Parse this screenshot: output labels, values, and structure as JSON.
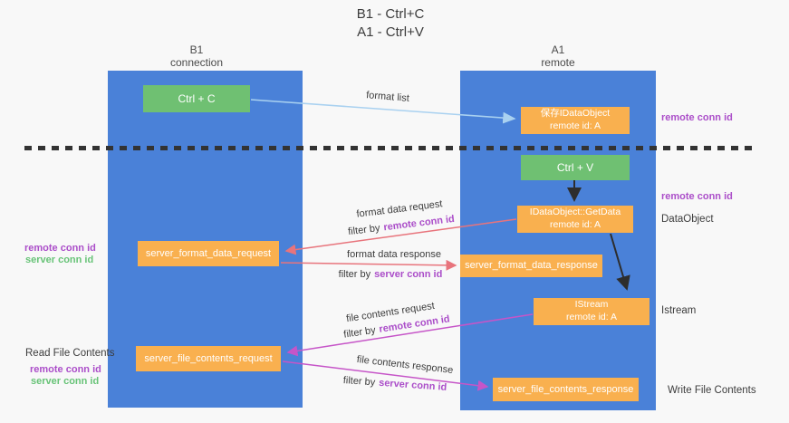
{
  "title": {
    "line1": "B1 - Ctrl+C",
    "line2": "A1 - Ctrl+V"
  },
  "lanes": {
    "left": {
      "title": "B1",
      "subtitle": "connection"
    },
    "right": {
      "title": "A1",
      "subtitle": "remote"
    }
  },
  "nodes": {
    "ctrl_c": {
      "label": "Ctrl + C"
    },
    "ctrl_v": {
      "label": "Ctrl + V"
    },
    "save_dataobject": {
      "line1": "保存IDataObject",
      "line2": "remote id: A"
    },
    "getdata": {
      "line1": "IDataObject::GetData",
      "line2": "remote id: A"
    },
    "istream": {
      "line1": "IStream",
      "line2": "remote id: A"
    },
    "format_request": {
      "label": "server_format_data_request"
    },
    "format_response": {
      "label": "server_format_data_response"
    },
    "file_request": {
      "label": "server_file_contents_request"
    },
    "file_response": {
      "label": "server_file_contents_response"
    }
  },
  "edge_labels": {
    "format_list": "format list",
    "format_data_request": "format data request",
    "format_data_response": "format data response",
    "file_contents_request": "file contents request",
    "file_contents_response": "file contents response",
    "filter_by": "filter by",
    "remote_conn_id": "remote conn id",
    "server_conn_id": "server conn id"
  },
  "annotations": {
    "remote_conn_id": "remote conn id",
    "server_conn_id": "server conn id",
    "dataobject": "DataObject",
    "istream": "Istream",
    "read_file_contents": "Read File Contents",
    "write_file_contents": "Write File Contents"
  },
  "colors": {
    "column_blue": "#4a81d8",
    "node_orange": "#f9b04f",
    "node_green": "#6fc072",
    "arrow_red": "#e8747c",
    "arrow_magenta": "#c655c8",
    "arrow_lightblue": "#a9d1f0",
    "arrow_black": "#2d2d2d",
    "text_purple": "#ab4ec9",
    "text_green": "#67c377",
    "text_dark": "#3c3c3c",
    "bg": "#f8f8f8"
  }
}
